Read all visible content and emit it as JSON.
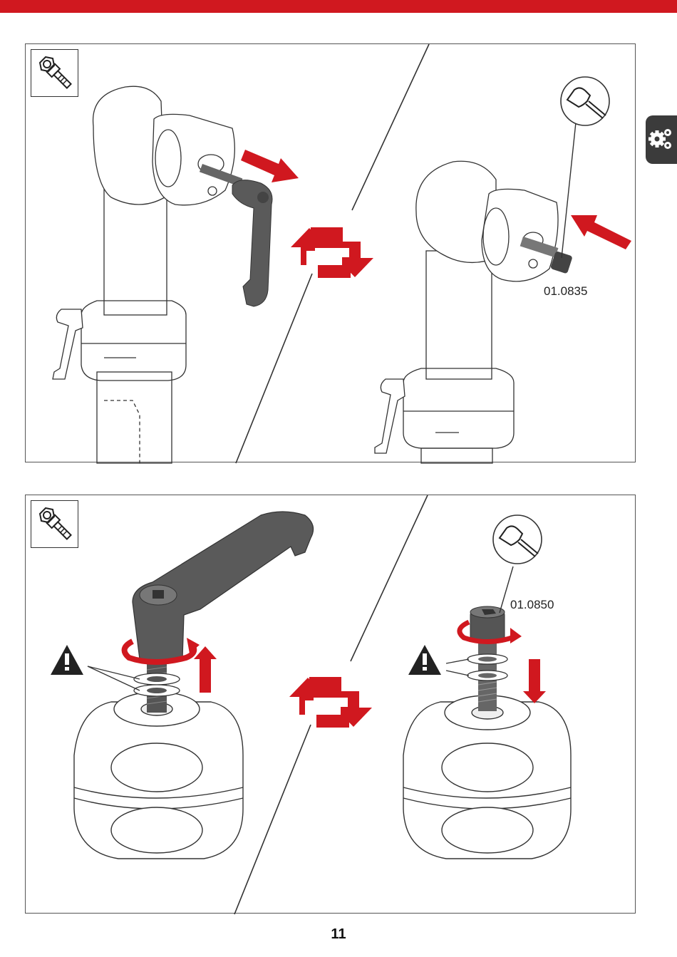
{
  "panels": [
    {
      "part_code": "01.0835"
    },
    {
      "part_code": "01.0850"
    }
  ],
  "page_number": "11",
  "icons": {
    "side_tab": "gears-icon",
    "tool_box": "nut-and-bolt-icon",
    "tool_callout": "allen-key-icon",
    "swap": "swap-arrows-icon",
    "warning": "warning-triangle-icon"
  },
  "colors": {
    "accent_red": "#d0181f",
    "tab_dark": "#3b3b3b",
    "knob_dark": "#5a5a5a"
  }
}
